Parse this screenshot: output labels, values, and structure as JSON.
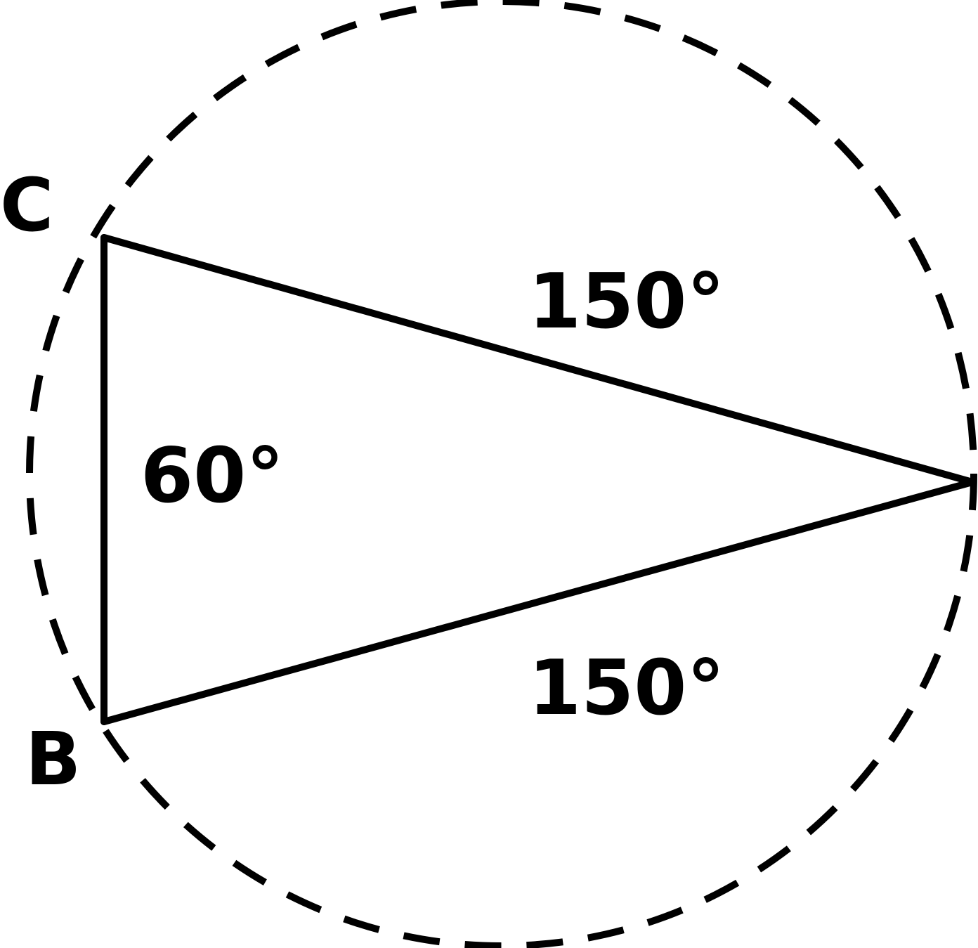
{
  "diagram": {
    "vertices": {
      "c": "C",
      "b": "B"
    },
    "arcs": {
      "top": "150°",
      "left": "60°",
      "bottom": "150°"
    },
    "colors": {
      "stroke": "#000000",
      "background": "#ffffff"
    }
  }
}
